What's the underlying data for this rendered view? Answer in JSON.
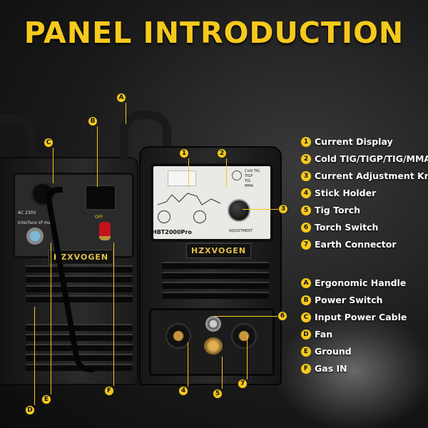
{
  "title": "PANEL INTRODUCTION",
  "colors": {
    "accent": "#f6c91c",
    "text": "#ffffff",
    "background": "#1a1a1a"
  },
  "machine": {
    "brand": "HZXVOGEN",
    "model": "HBT2000Pro",
    "knob_label": "ADJUSTMENT",
    "mode_labels": [
      "Cold TIG",
      "TIGP",
      "TIG",
      "MMA"
    ],
    "mask_label": "Interface of mask",
    "voltage_label": "AC 230V",
    "gas_label": "OFF"
  },
  "legend_numbers": [
    {
      "badge": "1",
      "label": "Current Display"
    },
    {
      "badge": "2",
      "label": "Cold TIG/TIGP/TIG/MMA"
    },
    {
      "badge": "3",
      "label": "Current Adjustment Knob"
    },
    {
      "badge": "4",
      "label": "Stick Holder"
    },
    {
      "badge": "5",
      "label": "Tig Torch"
    },
    {
      "badge": "6",
      "label": "Torch Switch"
    },
    {
      "badge": "7",
      "label": "Earth Connector"
    }
  ],
  "legend_letters": [
    {
      "badge": "A",
      "label": "Ergonomic Handle"
    },
    {
      "badge": "B",
      "label": "Power Switch"
    },
    {
      "badge": "C",
      "label": "Input Power Cable"
    },
    {
      "badge": "D",
      "label": "Fan"
    },
    {
      "badge": "E",
      "label": "Ground"
    },
    {
      "badge": "F",
      "label": "Gas IN"
    }
  ]
}
